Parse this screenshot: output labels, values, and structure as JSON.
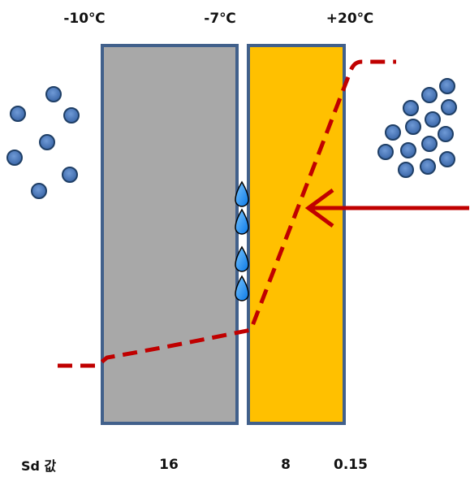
{
  "temperatures": {
    "outside": "-10℃",
    "interface": "-7℃",
    "inside": "+20℃"
  },
  "sd": {
    "title": "Sd 값",
    "layer1": "16",
    "layer2": "8",
    "layer3": "0.15"
  },
  "colors": {
    "layer1": "#a8a8a8",
    "layer2": "#ffc000",
    "border": "#41608b",
    "curve": "#c00000",
    "arrow": "#c00000",
    "drop": "#1e90ff",
    "molecule": "#4a7cc4"
  },
  "icons": {
    "condensation": "water-drop-icon",
    "molecule": "water-vapor-molecule-icon"
  }
}
